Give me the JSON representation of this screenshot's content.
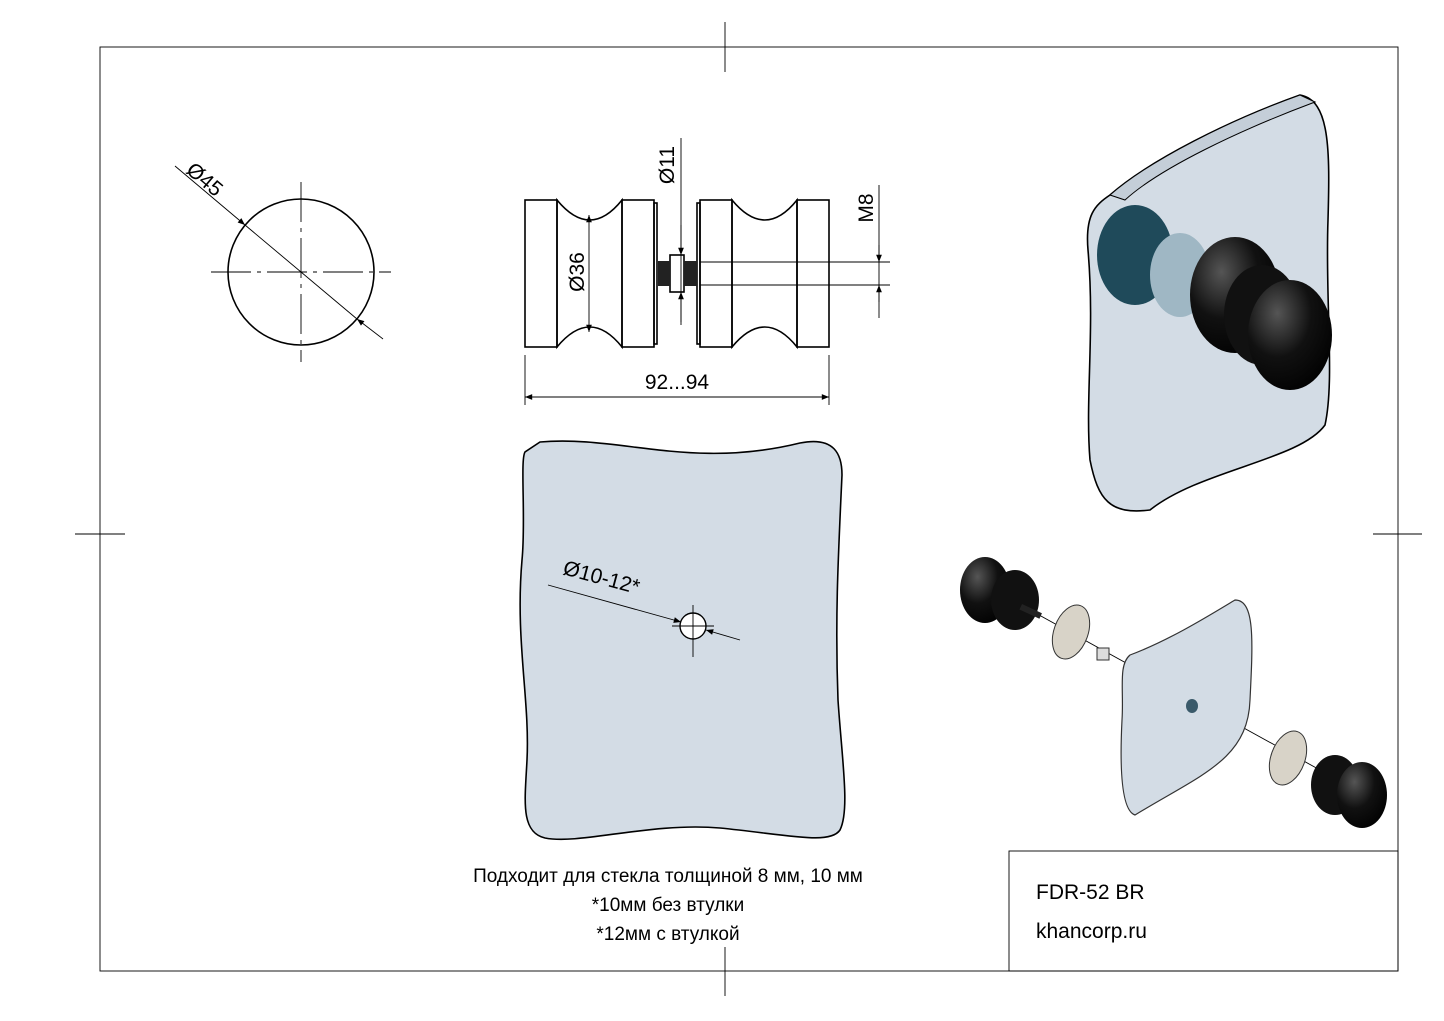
{
  "drawing": {
    "dimensions": {
      "outer_diameter": "Ø45",
      "knob_neck_diameter": "Ø36",
      "spacer_diameter": "Ø11",
      "thread": "M8",
      "overall_length": "92...94",
      "hole_diameter": "Ø10-12*"
    },
    "notes": [
      "Подходит для стекла толщиной 8 мм, 10 мм",
      "*10мм без втулки",
      "*12мм с втулкой"
    ],
    "title_block": {
      "model": "FDR-52 BR",
      "website": "khancorp.ru"
    },
    "colors": {
      "glass": "#d3dce5",
      "knob": "#111111",
      "washer": "#d8d3c8"
    }
  }
}
